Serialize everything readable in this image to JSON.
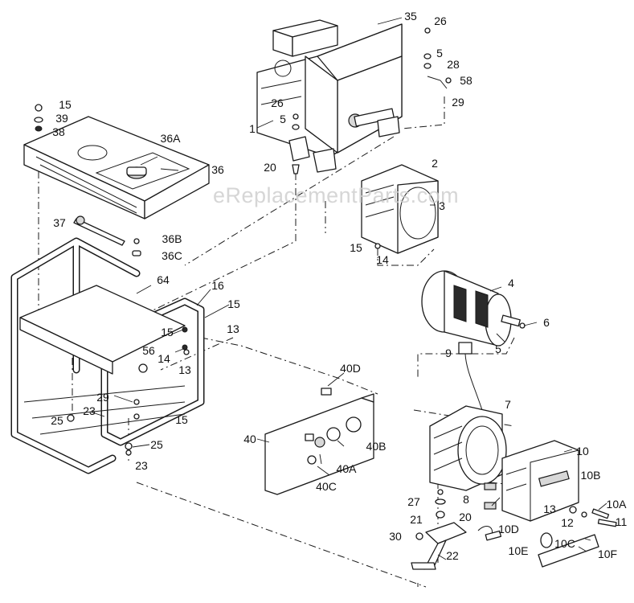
{
  "watermark": "eReplacementParts.com",
  "callouts": [
    {
      "id": "35",
      "label": "35"
    },
    {
      "id": "26a",
      "label": "26"
    },
    {
      "id": "5a",
      "label": "5"
    },
    {
      "id": "28",
      "label": "28"
    },
    {
      "id": "58",
      "label": "58"
    },
    {
      "id": "29a",
      "label": "29"
    },
    {
      "id": "26b",
      "label": "26"
    },
    {
      "id": "5b",
      "label": "5"
    },
    {
      "id": "1",
      "label": "1"
    },
    {
      "id": "20a",
      "label": "20"
    },
    {
      "id": "15a",
      "label": "15"
    },
    {
      "id": "39",
      "label": "39"
    },
    {
      "id": "38",
      "label": "38"
    },
    {
      "id": "36A",
      "label": "36A"
    },
    {
      "id": "36",
      "label": "36"
    },
    {
      "id": "37",
      "label": "37"
    },
    {
      "id": "36B",
      "label": "36B"
    },
    {
      "id": "36C",
      "label": "36C"
    },
    {
      "id": "2",
      "label": "2"
    },
    {
      "id": "3",
      "label": "3"
    },
    {
      "id": "15b",
      "label": "15"
    },
    {
      "id": "14a",
      "label": "14"
    },
    {
      "id": "64",
      "label": "64"
    },
    {
      "id": "16",
      "label": "16"
    },
    {
      "id": "15c",
      "label": "15"
    },
    {
      "id": "15d",
      "label": "15"
    },
    {
      "id": "13a",
      "label": "13"
    },
    {
      "id": "14b",
      "label": "14"
    },
    {
      "id": "56",
      "label": "56"
    },
    {
      "id": "13b",
      "label": "13"
    },
    {
      "id": "4",
      "label": "4"
    },
    {
      "id": "6",
      "label": "6"
    },
    {
      "id": "5c",
      "label": "5"
    },
    {
      "id": "9",
      "label": "9"
    },
    {
      "id": "40D",
      "label": "40D"
    },
    {
      "id": "29b",
      "label": "29"
    },
    {
      "id": "25a",
      "label": "25"
    },
    {
      "id": "23a",
      "label": "23"
    },
    {
      "id": "15e",
      "label": "15"
    },
    {
      "id": "25b",
      "label": "25"
    },
    {
      "id": "23b",
      "label": "23"
    },
    {
      "id": "40",
      "label": "40"
    },
    {
      "id": "40B",
      "label": "40B"
    },
    {
      "id": "40A",
      "label": "40A"
    },
    {
      "id": "40C",
      "label": "40C"
    },
    {
      "id": "7",
      "label": "7"
    },
    {
      "id": "10",
      "label": "10"
    },
    {
      "id": "10B",
      "label": "10B"
    },
    {
      "id": "8",
      "label": "8"
    },
    {
      "id": "27",
      "label": "27"
    },
    {
      "id": "20b",
      "label": "20"
    },
    {
      "id": "13c",
      "label": "13"
    },
    {
      "id": "10A",
      "label": "10A"
    },
    {
      "id": "12",
      "label": "12"
    },
    {
      "id": "11",
      "label": "11"
    },
    {
      "id": "21",
      "label": "21"
    },
    {
      "id": "10D",
      "label": "10D"
    },
    {
      "id": "30",
      "label": "30"
    },
    {
      "id": "10E",
      "label": "10E"
    },
    {
      "id": "10C",
      "label": "10C"
    },
    {
      "id": "10F",
      "label": "10F"
    },
    {
      "id": "22",
      "label": "22"
    }
  ]
}
